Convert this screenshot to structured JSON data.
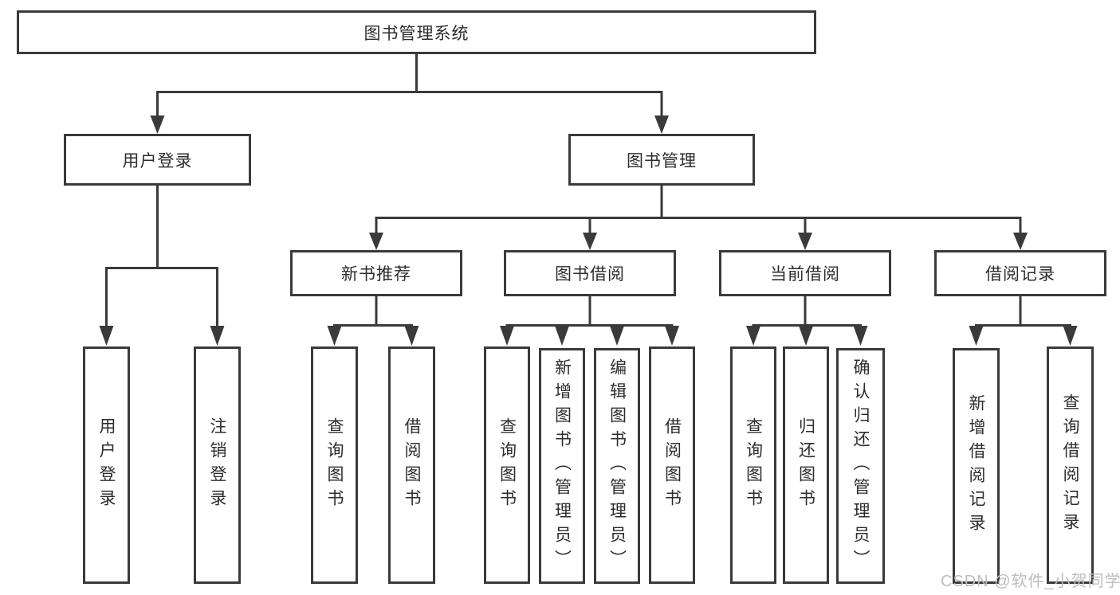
{
  "diagram": {
    "root": {
      "label": "图书管理系统"
    },
    "branches": [
      {
        "label": "用户登录",
        "leaves": [
          {
            "label": "用户登录"
          },
          {
            "label": "注销登录"
          }
        ]
      },
      {
        "label": "图书管理",
        "children": [
          {
            "label": "新书推荐",
            "leaves": [
              {
                "label": "查询图书"
              },
              {
                "label": "借阅图书"
              }
            ]
          },
          {
            "label": "图书借阅",
            "leaves": [
              {
                "label": "查询图书"
              },
              {
                "label": "新增图书（管理员）"
              },
              {
                "label": "编辑图书（管理员）"
              },
              {
                "label": "借阅图书"
              }
            ]
          },
          {
            "label": "当前借阅",
            "leaves": [
              {
                "label": "查询图书"
              },
              {
                "label": "归还图书"
              },
              {
                "label": "确认归还（管理员）"
              }
            ]
          },
          {
            "label": "借阅记录",
            "leaves": [
              {
                "label": "新增借阅记录"
              },
              {
                "label": "查询借阅记录"
              }
            ]
          }
        ]
      }
    ]
  },
  "watermark": {
    "text": "CSDN @软件_小贺同学"
  },
  "colors": {
    "line": "#3a3a3a",
    "box_border": "#3a3a3a",
    "box_bg": "#ffffff",
    "text": "#2d2d2d",
    "watermark": "#bdbdbd"
  }
}
